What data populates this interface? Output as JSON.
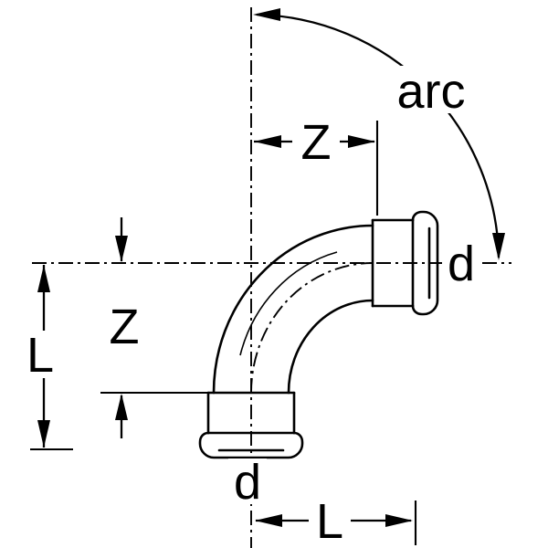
{
  "diagram": {
    "labels": {
      "arc": "arc",
      "z_top": "Z",
      "z_left": "Z",
      "l_left": "L",
      "l_bottom": "L",
      "d_right": "d",
      "d_bottom": "d"
    },
    "colors": {
      "line": "#000000",
      "background": "#ffffff"
    }
  }
}
